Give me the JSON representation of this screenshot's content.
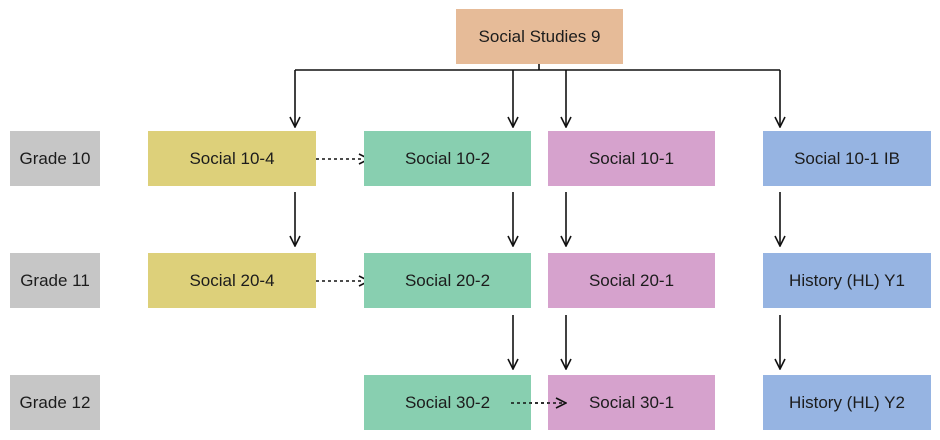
{
  "root": {
    "label": "Social Studies 9"
  },
  "grades": [
    {
      "label": "Grade 10"
    },
    {
      "label": "Grade 11"
    },
    {
      "label": "Grade 12"
    }
  ],
  "courses": {
    "social_10_4": "Social 10-4",
    "social_10_2": "Social 10-2",
    "social_10_1": "Social 10-1",
    "social_10_1_ib": "Social 10-1 IB",
    "social_20_4": "Social 20-4",
    "social_20_2": "Social 20-2",
    "social_20_1": "Social 20-1",
    "history_hl_y1": "History (HL) Y1",
    "social_30_2": "Social 30-2",
    "social_30_1": "Social 30-1",
    "history_hl_y2": "History (HL) Y2"
  },
  "colors": {
    "root": "#e6bb98",
    "grade": "#c6c6c6",
    "yellow": "#ddd07a",
    "green": "#88cfb0",
    "pink": "#d6a2cd",
    "blue": "#96b4e2"
  }
}
